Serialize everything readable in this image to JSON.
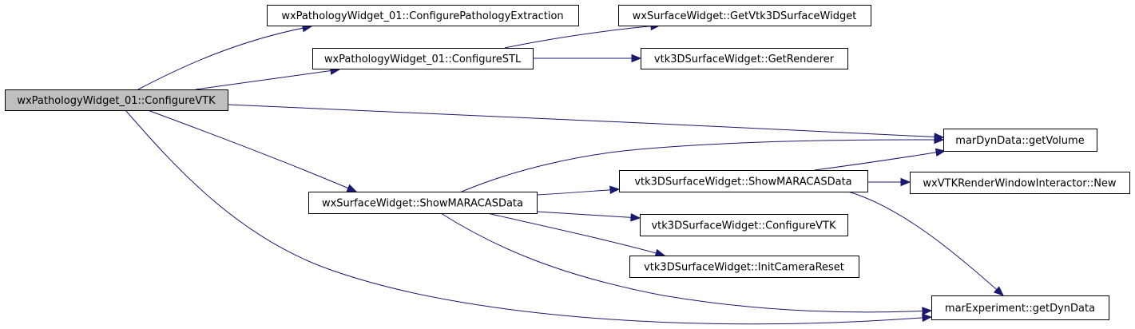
{
  "graph": {
    "nodes": [
      {
        "id": "configure_vtk",
        "label": "wxPathologyWidget_01::ConfigureVTK",
        "root": true
      },
      {
        "id": "configure_pathology_extraction",
        "label": "wxPathologyWidget_01::ConfigurePathologyExtraction"
      },
      {
        "id": "configure_stl",
        "label": "wxPathologyWidget_01::ConfigureSTL"
      },
      {
        "id": "get_vtk3d_surface_widget",
        "label": "wxSurfaceWidget::GetVtk3DSurfaceWidget"
      },
      {
        "id": "get_renderer",
        "label": "vtk3DSurfaceWidget::GetRenderer"
      },
      {
        "id": "get_volume",
        "label": "marDynData::getVolume"
      },
      {
        "id": "wx_show_maracas_data",
        "label": "wxSurfaceWidget::ShowMARACASData"
      },
      {
        "id": "vtk_show_maracas_data",
        "label": "vtk3DSurfaceWidget::ShowMARACASData"
      },
      {
        "id": "render_window_interactor_new",
        "label": "wxVTKRenderWindowInteractor::New"
      },
      {
        "id": "vtk_configure_vtk",
        "label": "vtk3DSurfaceWidget::ConfigureVTK"
      },
      {
        "id": "init_camera_reset",
        "label": "vtk3DSurfaceWidget::InitCameraReset"
      },
      {
        "id": "get_dyn_data",
        "label": "marExperiment::getDynData"
      }
    ],
    "edges": [
      {
        "from": "configure_vtk",
        "to": "configure_pathology_extraction"
      },
      {
        "from": "configure_vtk",
        "to": "configure_stl"
      },
      {
        "from": "configure_vtk",
        "to": "get_volume"
      },
      {
        "from": "configure_vtk",
        "to": "wx_show_maracas_data"
      },
      {
        "from": "configure_vtk",
        "to": "get_dyn_data"
      },
      {
        "from": "configure_stl",
        "to": "get_vtk3d_surface_widget"
      },
      {
        "from": "configure_stl",
        "to": "get_renderer"
      },
      {
        "from": "wx_show_maracas_data",
        "to": "get_volume"
      },
      {
        "from": "wx_show_maracas_data",
        "to": "vtk_show_maracas_data"
      },
      {
        "from": "wx_show_maracas_data",
        "to": "vtk_configure_vtk"
      },
      {
        "from": "wx_show_maracas_data",
        "to": "init_camera_reset"
      },
      {
        "from": "wx_show_maracas_data",
        "to": "get_dyn_data"
      },
      {
        "from": "vtk_show_maracas_data",
        "to": "get_volume"
      },
      {
        "from": "vtk_show_maracas_data",
        "to": "render_window_interactor_new"
      },
      {
        "from": "vtk_show_maracas_data",
        "to": "get_dyn_data"
      }
    ],
    "colors": {
      "edge": "#191970",
      "root_fill": "#bfbfbf",
      "node_fill": "#ffffff",
      "border": "#000000"
    }
  }
}
